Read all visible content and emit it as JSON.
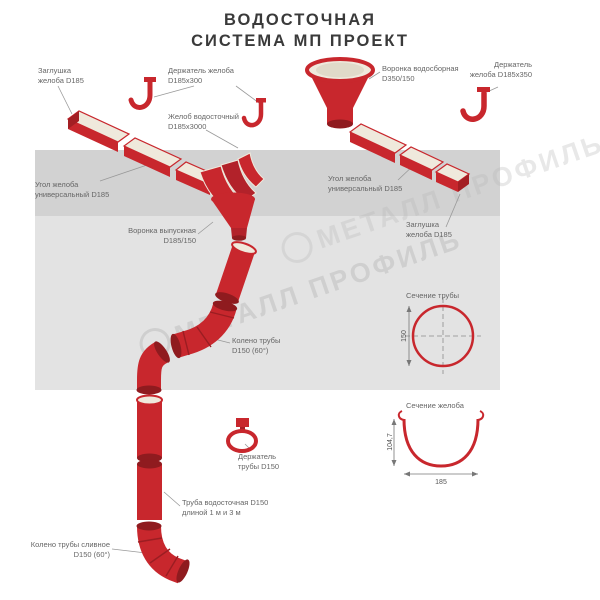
{
  "title": {
    "line1": "ВОДОСТОЧНАЯ",
    "line2": "СИСТЕМА МП ПРОЕКТ"
  },
  "watermark": {
    "text": "МЕТАЛЛ ПРОФИЛЬ"
  },
  "labels": {
    "zaglushka_top": "Заглушка желоба D185",
    "derzhatel_zheloba_300": "Держатель желоба D185х300",
    "voronka_vodosbornaya": "Воронка водосборная D350/150",
    "derzhatel_zheloba_350": "Держатель желоба D185х350",
    "zhelob_vodostochny": "Желоб водосточный D185х3000",
    "ugol_zheloba_left": "Угол желоба универсальный D185",
    "ugol_zheloba_right": "Угол желоба универсальный D185",
    "voronka_vypusknaya": "Воронка выпускная D185/150",
    "zaglushka_right": "Заглушка желоба D185",
    "koleno_truby": "Колено трубы D150 (60°)",
    "sechenie_truby": "Сечение трубы",
    "derzhatel_truby": "Держатель трубы D150",
    "sechenie_zheloba": "Сечение желоба",
    "truba_vodostochnaya": "Труба водосточная D150 длиной 1 м и 3 м",
    "koleno_slivnoe": "Колено трубы сливное D150 (60°)"
  },
  "dimensions": {
    "pipe_diameter": "150",
    "gutter_width": "185",
    "gutter_depth": "104,7"
  },
  "colors": {
    "red": "#c8272d",
    "dark_red": "#8f1b1f",
    "cream": "#efe9dc",
    "band_dark": "#d2d2d2",
    "band_light": "#e3e3e3",
    "label_text": "#666666",
    "title_text": "#3a3a3a",
    "watermark": "#b9b9b9"
  }
}
